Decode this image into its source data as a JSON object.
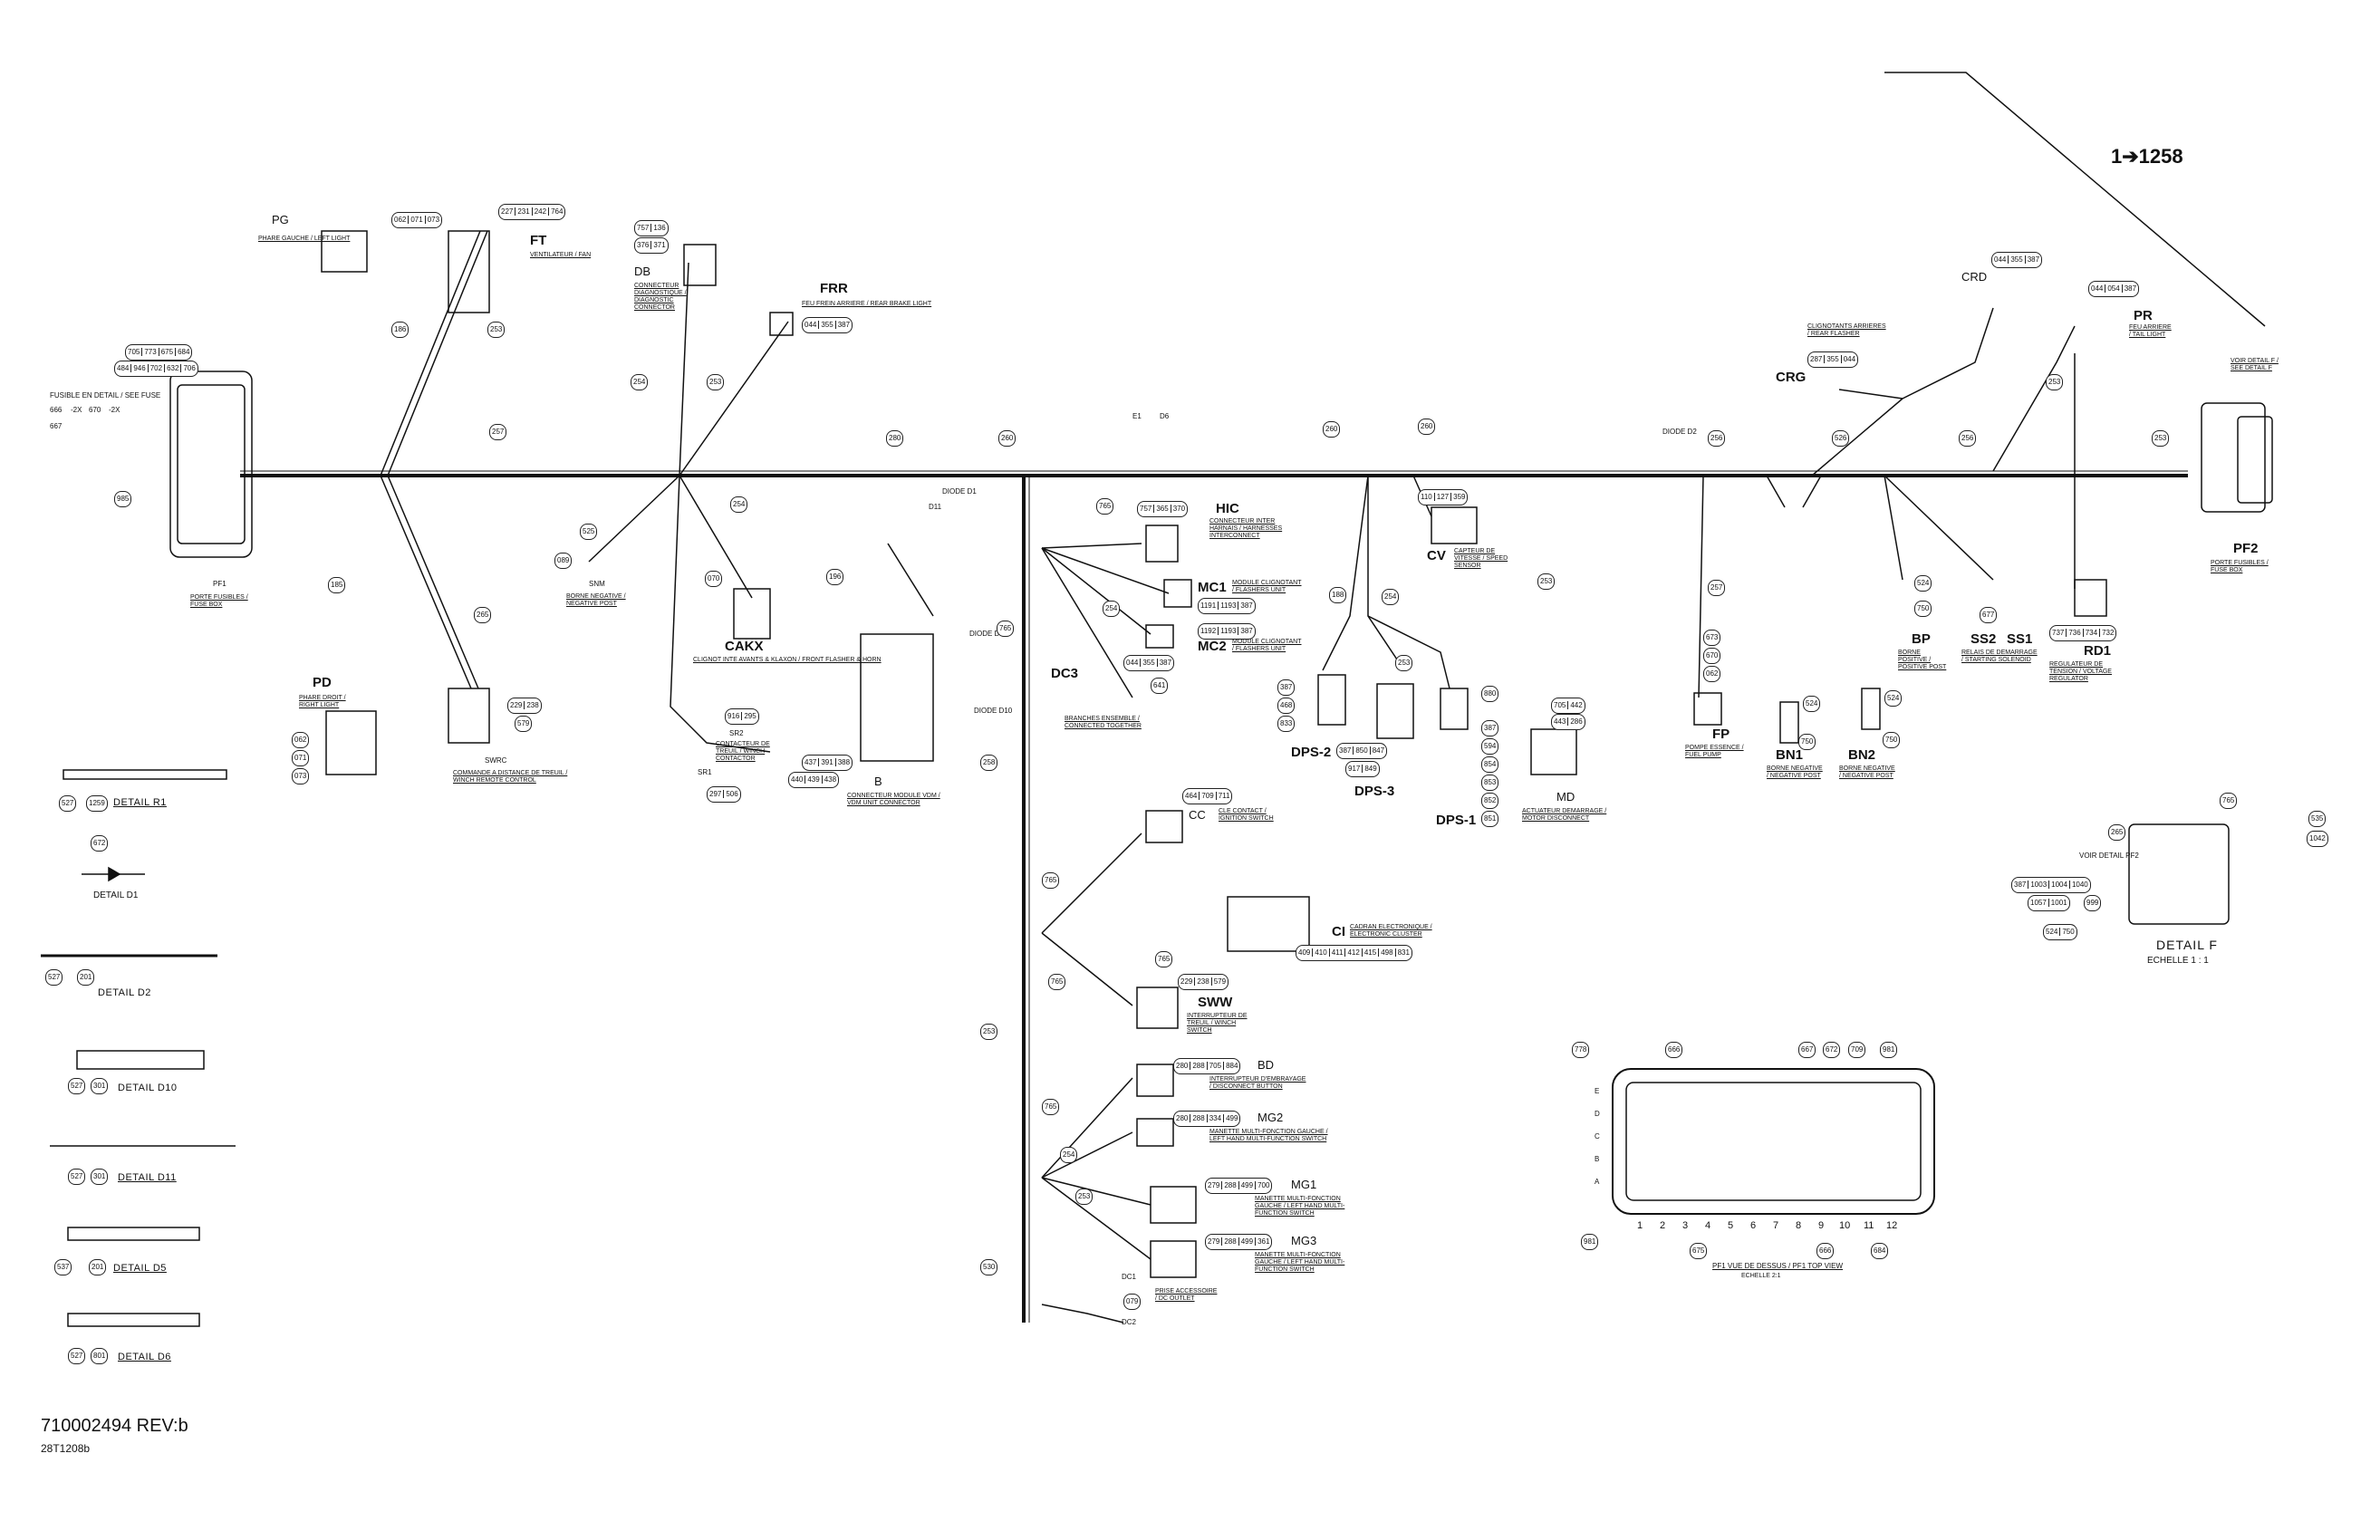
{
  "document": {
    "part_number": "710002494 REV:b",
    "figure_code": "28T1208b",
    "reference": "1➔1258"
  },
  "connectors": {
    "pg": {
      "code": "PG",
      "desc": "PHARE GAUCHE / LEFT LIGHT",
      "wires": [
        "062",
        "071",
        "073"
      ]
    },
    "ft": {
      "code": "FT",
      "desc": "VENTILATEUR / FAN",
      "wires": [
        "227",
        "231",
        "242",
        "764"
      ]
    },
    "db": {
      "code": "DB",
      "desc": "CONNECTEUR DIAGNOSTIQUE / DIAGNOSTIC CONNECTOR",
      "wires": [
        "757",
        "136",
        "376",
        "371"
      ]
    },
    "frr": {
      "code": "FRR",
      "desc": "FEU FREIN ARRIERE / REAR BRAKE LIGHT",
      "wires": [
        "044",
        "355",
        "387"
      ]
    },
    "pf1": {
      "code": "PF1",
      "desc": "PORTE FUSIBLES / FUSE BOX",
      "wires_top": [
        "705",
        "773",
        "675",
        "684"
      ],
      "wires_mid": [
        "484",
        "946",
        "702",
        "632",
        "706"
      ],
      "wires_left": [
        "666",
        "670",
        "667"
      ],
      "mult_a": "-2X",
      "mult_b": "-2X",
      "wire_985": "985",
      "note": "FUSIBLE EN DETAIL / SEE FUSE"
    },
    "pd": {
      "code": "PD",
      "desc": "PHARE DROIT / RIGHT LIGHT",
      "wires": [
        "062",
        "071",
        "073"
      ]
    },
    "swrc": {
      "code": "SWRC",
      "desc": "COMMANDE A DISTANCE DE TREUIL / WINCH REMOTE CONTROL",
      "wires": [
        "229",
        "238",
        "579"
      ]
    },
    "snm": {
      "code": "SNM",
      "desc": "BORNE NEGATIVE / NEGATIVE POST",
      "wires": [
        "525",
        "089"
      ]
    },
    "cakx": {
      "code": "CAKX",
      "desc": "CLIGNOT INTE AVANTS & KLAXON / FRONT FLASHER & HORN",
      "wires": [
        "070"
      ]
    },
    "sr2": {
      "code": "SR2",
      "desc": "CONTACTEUR DE TREUIL / WINCH CONTACTOR",
      "wires": [
        "916",
        "295"
      ]
    },
    "sr1": {
      "code": "SR1",
      "wires": [
        "297",
        "506"
      ]
    },
    "b": {
      "code": "B",
      "desc": "CONNECTEUR MODULE VDM / VDM UNIT CONNECTOR",
      "wires": [
        "437",
        "391",
        "388",
        "440",
        "439",
        "438"
      ]
    },
    "hic": {
      "code": "HIC",
      "desc": "CONNECTEUR INTER HARNAIS / HARNESSES INTERCONNECT",
      "wires": [
        "757",
        "365",
        "370"
      ]
    },
    "mc1": {
      "code": "MC1",
      "desc": "MODULE CLIGNOTANT / FLASHERS UNIT",
      "wires": [
        "1191",
        "1193",
        "387"
      ]
    },
    "mc2": {
      "code": "MC2",
      "desc": "MODULE CLIGNOTANT / FLASHERS UNIT",
      "wires": [
        "1192",
        "1193",
        "387"
      ]
    },
    "dc3": {
      "code": "DC3",
      "desc": "BRANCHES ENSEMBLE / CONNECTED TOGETHER",
      "wires": [
        "044",
        "355",
        "387"
      ],
      "wire_641": "641"
    },
    "cv": {
      "code": "CV",
      "desc": "CAPTEUR DE VITESSE / SPEED SENSOR",
      "wires": [
        "110",
        "127",
        "359"
      ]
    },
    "dps1": {
      "code": "DPS-1",
      "wires": [
        "880",
        "387",
        "594",
        "854",
        "853",
        "852",
        "851"
      ]
    },
    "dps2": {
      "code": "DPS-2",
      "wires": [
        "387",
        "468",
        "833"
      ]
    },
    "dps3": {
      "code": "DPS-3",
      "wires": [
        "387",
        "850",
        "847",
        "917",
        "849"
      ]
    },
    "md": {
      "code": "MD",
      "desc": "ACTUATEUR DEMARRAGE / MOTOR DISCONNECT",
      "wires": [
        "705",
        "442",
        "443",
        "286"
      ]
    },
    "crg": {
      "code": "CRG",
      "desc": "CLIGNOTANTS ARRIERES / REAR FLASHER",
      "wires": [
        "287",
        "355",
        "044"
      ]
    },
    "crd": {
      "code": "CRD",
      "wires": [
        "044",
        "355",
        "387"
      ]
    },
    "pr": {
      "code": "PR",
      "desc": "FEU ARRIERE / TAIL LIGHT",
      "wires": [
        "044",
        "054",
        "387"
      ]
    },
    "pf2": {
      "code": "PF2",
      "desc": "PORTE FUSIBLES / FUSE BOX",
      "note": "VOIR DETAIL F / SEE DETAIL F"
    },
    "fp": {
      "code": "FP",
      "desc": "POMPE ESSENCE / FUEL PUMP",
      "wires": [
        "673",
        "670",
        "062"
      ]
    },
    "bn1": {
      "code": "BN1",
      "desc": "BORNE NEGATIVE / NEGATIVE POST",
      "wires": [
        "524",
        "750"
      ]
    },
    "bn2": {
      "code": "BN2",
      "desc": "BORNE NEGATIVE / NEGATIVE POST",
      "wires": [
        "524",
        "750"
      ]
    },
    "bp": {
      "code": "BP",
      "desc": "BORNE POSITIVE / POSITIVE POST",
      "wires": [
        "524",
        "750"
      ]
    },
    "ss": {
      "code_a": "SS2",
      "code_b": "SS1",
      "desc": "RELAIS DE DEMARRAGE / STARTING SOLENOID",
      "wires": [
        "677"
      ]
    },
    "rd1": {
      "code": "RD1",
      "desc": "REGULATEUR DE TENSION / VOLTAGE REGULATOR",
      "wires": [
        "737",
        "736",
        "734",
        "732"
      ]
    },
    "cc": {
      "code": "CC",
      "desc": "CLE CONTACT / IGNITION SWITCH",
      "wires": [
        "464",
        "709",
        "711"
      ]
    },
    "ci": {
      "code": "CI",
      "desc": "CADRAN ELECTRONIQUE / ELECTRONIC CLUSTER",
      "wires": [
        "409",
        "410",
        "411",
        "412",
        "415",
        "498",
        "831"
      ]
    },
    "sww": {
      "code": "SWW",
      "desc": "INTERRUPTEUR DE TREUIL / WINCH SWITCH",
      "wires": [
        "229",
        "238",
        "579"
      ]
    },
    "bd": {
      "code": "BD",
      "desc": "INTERRUPTEUR D'EMBRAYAGE / DISCONNECT BUTTON",
      "wires": [
        "280",
        "288",
        "705",
        "884"
      ]
    },
    "mg2": {
      "code": "MG2",
      "desc": "MANETTE MULTI-FONCTION GAUCHE / LEFT HAND MULTI-FUNCTION SWITCH",
      "wires": [
        "280",
        "288",
        "334",
        "499"
      ]
    },
    "mg1": {
      "code": "MG1",
      "desc": "MANETTE MULTI-FONCTION GAUCHE / LEFT HAND MULTI-FUNCTION SWITCH",
      "wires": [
        "279",
        "288",
        "499",
        "700"
      ]
    },
    "mg3": {
      "code": "MG3",
      "desc": "MANETTE MULTI-FONCTION GAUCHE / LEFT HAND MULTI-FUNCTION SWITCH",
      "wires": [
        "279",
        "288",
        "499",
        "361"
      ]
    },
    "dc1": {
      "code": "DC1",
      "desc": "PRISE ACCESSOIRE / DC OUTLET",
      "wires": [
        "079"
      ],
      "code2": "DC2"
    }
  },
  "branch_wires": [
    "186",
    "253",
    "257",
    "254",
    "253",
    "280",
    "260",
    "260",
    "260",
    "256",
    "526",
    "256",
    "253",
    "253",
    "185",
    "254",
    "265",
    "196",
    "765",
    "765",
    "765",
    "765",
    "765",
    "254",
    "188",
    "254",
    "253",
    "253",
    "257",
    "258",
    "253",
    "530",
    "765",
    "254",
    "253"
  ],
  "diode_labels": {
    "d1": "DIODE D1",
    "d2": "DIODE D2",
    "d5": "DIODE D5",
    "d10": "DIODE D10",
    "e1": "E1",
    "d6": "D6",
    "d11": "D11"
  },
  "details": {
    "r1": {
      "title": "DETAIL R1",
      "wires": [
        "527",
        "1259"
      ]
    },
    "d1": {
      "title": "DETAIL D1",
      "wires": [
        "672"
      ]
    },
    "d2": {
      "title": "DETAIL D2",
      "wires": [
        "527",
        "201"
      ]
    },
    "d10": {
      "title": "DETAIL D10",
      "wires": [
        "527",
        "301"
      ]
    },
    "d11": {
      "title": "DETAIL D11",
      "wires": [
        "527",
        "301"
      ]
    },
    "d5": {
      "title": "DETAIL D5",
      "wires": [
        "537",
        "201"
      ]
    },
    "d6": {
      "title": "DETAIL D6",
      "wires": [
        "527",
        "801"
      ]
    },
    "f": {
      "title": "DETAIL F",
      "scale": "ECHELLE 1 : 1",
      "note": "VOIR DETAIL PF2",
      "wires": [
        "765",
        "535",
        "1042",
        "265",
        "387",
        "1003",
        "1004",
        "1040",
        "1057",
        "1001",
        "999",
        "524",
        "750"
      ]
    }
  },
  "fuse_box_view": {
    "rows": [
      "E",
      "D",
      "C",
      "B",
      "A"
    ],
    "cols": [
      "1",
      "2",
      "3",
      "4",
      "5",
      "6",
      "7",
      "8",
      "9",
      "10",
      "11",
      "12"
    ],
    "caption": "PF1 VUE DE DESSUS / PF1 TOP VIEW",
    "scale": "ECHELLE 2:1",
    "wires_top": [
      "778",
      "666",
      "667",
      "672",
      "709",
      "981"
    ],
    "wires_bottom": [
      "981",
      "675",
      "666",
      "684"
    ]
  },
  "colors": {
    "line": "#111111",
    "background": "#ffffff"
  }
}
